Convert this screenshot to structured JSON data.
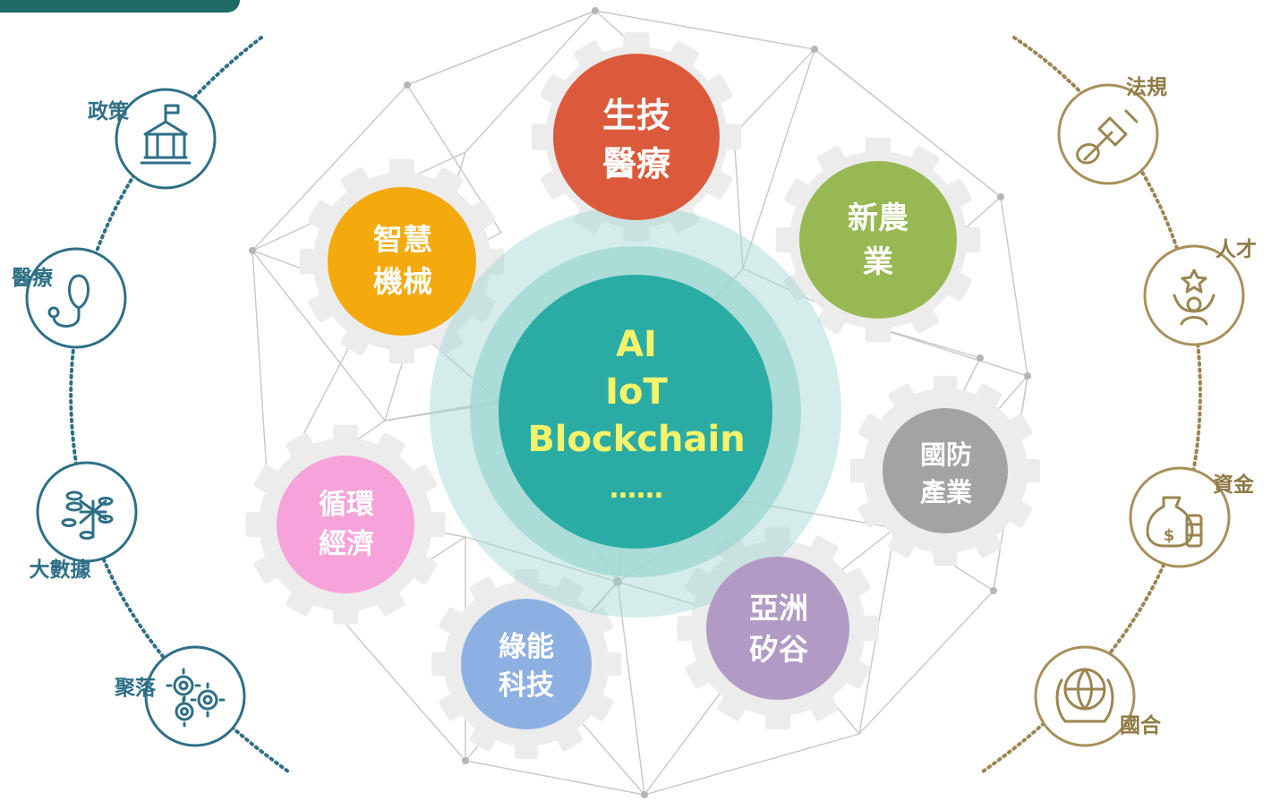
{
  "center": {
    "line1": "AI",
    "line2": "IoT",
    "line3": "Blockchain",
    "line4": "……",
    "color": "#2aaca5",
    "halo": "#9fd6d2"
  },
  "gears": [
    {
      "id": "biotech",
      "line1": "生技",
      "line2": "醫療",
      "color": "#dc5a3c"
    },
    {
      "id": "agri",
      "line1": "新農",
      "line2": "業",
      "color": "#97b853"
    },
    {
      "id": "defense",
      "line1": "國防",
      "line2": "產業",
      "color": "#a3a3a3"
    },
    {
      "id": "silicon",
      "line1": "亞洲",
      "line2": "矽谷",
      "color": "#b19ac4"
    },
    {
      "id": "green",
      "line1": "綠能",
      "line2": "科技",
      "color": "#8db0e2"
    },
    {
      "id": "circular",
      "line1": "循環",
      "line2": "經濟",
      "color": "#f5a3d8"
    },
    {
      "id": "machinery",
      "line1": "智慧",
      "line2": "機械",
      "color": "#f4a90c"
    }
  ],
  "left_items": [
    {
      "id": "policy",
      "label": "政策",
      "icon": "government-building-icon"
    },
    {
      "id": "medical",
      "label": "醫療",
      "icon": "stethoscope-icon"
    },
    {
      "id": "bigdata",
      "label": "大數據",
      "icon": "database-network-icon"
    },
    {
      "id": "cluster",
      "label": "聚落",
      "icon": "gears-icon"
    }
  ],
  "right_items": [
    {
      "id": "regulation",
      "label": "法規",
      "icon": "gavel-icon"
    },
    {
      "id": "talent",
      "label": "人才",
      "icon": "person-star-icon"
    },
    {
      "id": "funding",
      "label": "資金",
      "icon": "money-bag-icon"
    },
    {
      "id": "cooperation",
      "label": "國合",
      "icon": "globe-hands-icon"
    }
  ],
  "colors": {
    "left_accent": "#2e6f86",
    "right_accent": "#9b8650",
    "corner_tab": "#1e6b67"
  }
}
